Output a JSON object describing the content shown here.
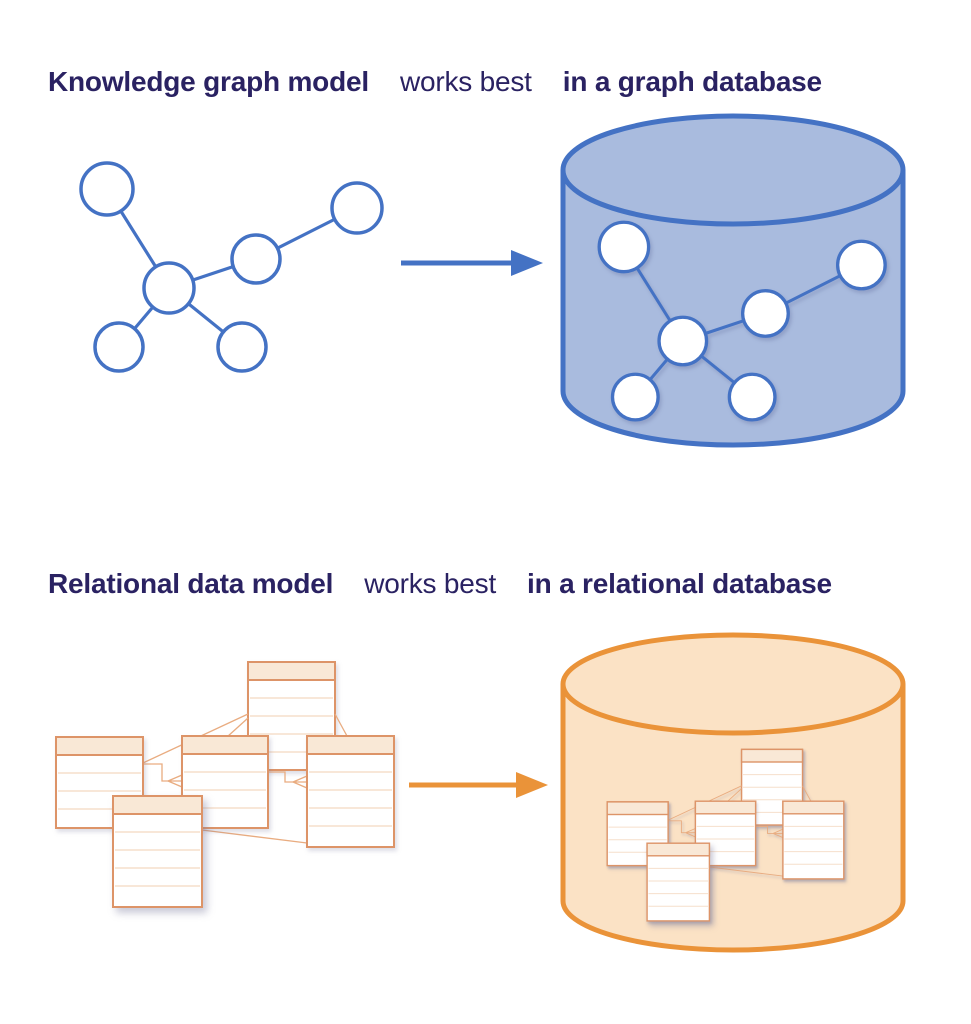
{
  "page": {
    "background": "#ffffff",
    "description": "Comparison diagram: knowledge graph model vs relational data model and their best-fit databases"
  },
  "colors": {
    "page-bg": "#ffffff",
    "title-ink": "#2a2262",
    "graph-accent": "#4472c4",
    "graph-fill": "#a9bbde",
    "node-fill": "#ffffff",
    "relational-accent": "#ea9339",
    "relational-fill": "#fbe2c5",
    "table-border": "#dd9468",
    "table-header-fill": "#f9e8d6",
    "table-row-line": "#f6dfcb",
    "relation-line": "#e9ac80"
  },
  "sections": [
    {
      "id": "knowledge-graph",
      "title": {
        "part1": "Knowledge graph model",
        "part2": "works best",
        "part3": "in a graph database"
      },
      "source_graphic": "network-graph-icon",
      "arrow_graphic": "right-arrow-icon",
      "target_graphic": "graph-database-cylinder-icon",
      "accent": "#4472c4"
    },
    {
      "id": "relational",
      "title": {
        "part1": "Relational data model",
        "part2": "works best",
        "part3": "in a relational database"
      },
      "source_graphic": "relational-tables-icon",
      "arrow_graphic": "right-arrow-icon",
      "target_graphic": "relational-database-cylinder-icon",
      "accent": "#ea9339"
    }
  ]
}
